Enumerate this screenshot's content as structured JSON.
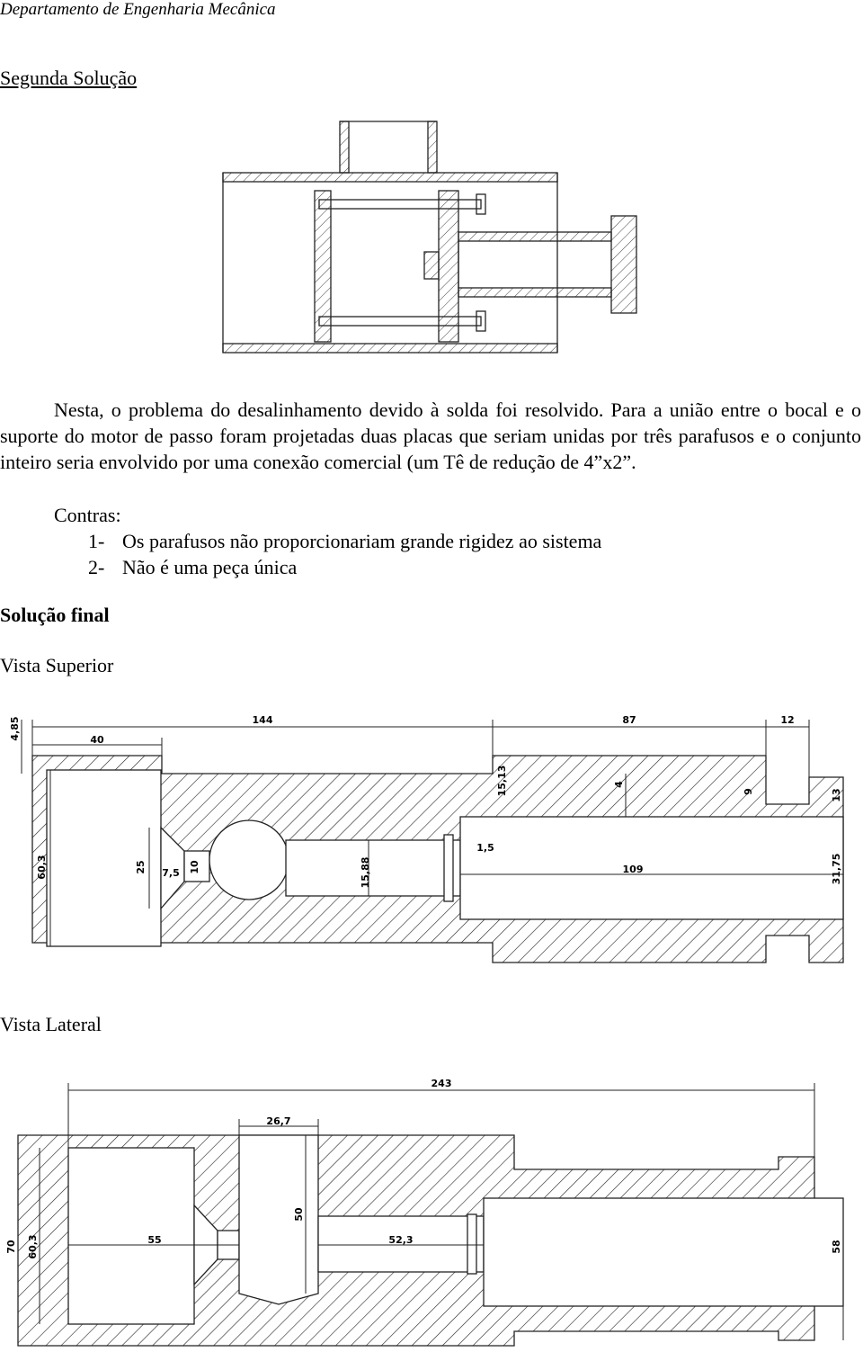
{
  "header": "Departamento de Engenharia Mecânica",
  "section1": "Segunda Solução",
  "paragraph": "Nesta, o problema do desalinhamento devido à solda foi resolvido. Para a união entre o bocal e o suporte do motor de passo foram projetadas duas placas que seriam unidas por três parafusos e o conjunto inteiro seria envolvido por uma conexão comercial (um Tê de redução de 4”x2”.",
  "contras": {
    "label": "Contras:",
    "items": [
      {
        "num": "1-",
        "text": "Os parafusos não proporcionariam grande rigidez ao sistema"
      },
      {
        "num": "2-",
        "text": "Não é uma peça única"
      }
    ]
  },
  "final_title": "Solução final",
  "view_top": {
    "caption": "Vista Superior",
    "dims": [
      "4,85",
      "144",
      "87",
      "12",
      "40",
      "15,13",
      "4",
      "9",
      "13",
      "60,3",
      "25",
      "7,5",
      "10",
      "15,88",
      "1,5",
      "109",
      "31,75"
    ]
  },
  "view_side": {
    "caption": "Vista Lateral",
    "dims": [
      "243",
      "26,7",
      "70",
      "60,3",
      "50",
      "55",
      "52,3",
      "58"
    ]
  }
}
